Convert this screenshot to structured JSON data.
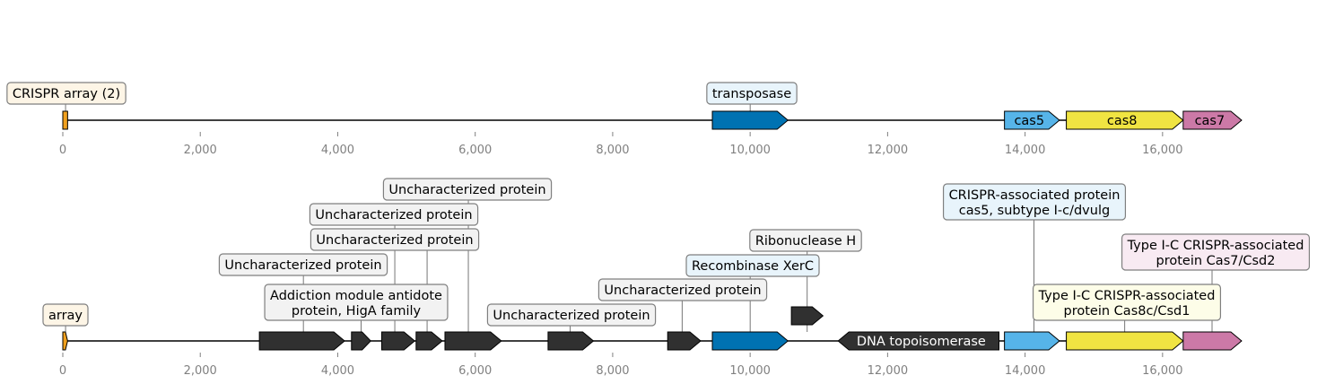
{
  "colors": {
    "array": "#f0a01e",
    "transposase": "#0072b2",
    "cas5": "#56b4e9",
    "cas8": "#f0e442",
    "cas7": "#cc79a7",
    "other": "#303030",
    "axis_tick": "#808080",
    "box_array": "#fdf5e6",
    "box_transposase": "#e8f4fb",
    "box_other": "#f2f2f2",
    "box_cas5": "#e8f4fb",
    "box_cas8": "#fdfde8",
    "box_cas7": "#f8eaf2",
    "box_border": "#7f7f7f"
  },
  "tracks": [
    {
      "id": "track1",
      "ticks": [
        "0",
        "2,000",
        "4,000",
        "6,000",
        "8,000",
        "10,000",
        "12,000",
        "14,000",
        "16,000"
      ],
      "features": [
        {
          "id": "t1-array",
          "start": 0,
          "end": 70,
          "strand": 0,
          "color": "array",
          "label": ""
        },
        {
          "id": "t1-transposase",
          "start": 9450,
          "end": 10550,
          "strand": 1,
          "color": "transposase",
          "label": ""
        },
        {
          "id": "t1-cas5",
          "start": 13700,
          "end": 14500,
          "strand": 1,
          "color": "cas5",
          "label": "cas5"
        },
        {
          "id": "t1-cas8",
          "start": 14600,
          "end": 16300,
          "strand": 1,
          "color": "cas8",
          "label": "cas8"
        },
        {
          "id": "t1-cas7",
          "start": 16300,
          "end": 17150,
          "strand": 1,
          "color": "cas7",
          "label": "cas7"
        }
      ],
      "annotations": [
        {
          "id": "t1-ann-array",
          "lines": [
            "CRISPR array (2)"
          ],
          "pos": 40,
          "fill": "box_array"
        },
        {
          "id": "t1-ann-transposase",
          "lines": [
            "transposase"
          ],
          "pos": 10000,
          "fill": "box_transposase"
        }
      ]
    },
    {
      "id": "track2",
      "ticks": [
        "0",
        "2,000",
        "4,000",
        "6,000",
        "8,000",
        "10,000",
        "12,000",
        "14,000",
        "16,000"
      ],
      "features": [
        {
          "id": "t2-array",
          "start": 0,
          "end": 70,
          "strand": 1,
          "color": "array",
          "label": ""
        },
        {
          "id": "t2-g1",
          "start": 2860,
          "end": 4100,
          "strand": 1,
          "color": "other",
          "label": ""
        },
        {
          "id": "t2-g2",
          "start": 4200,
          "end": 4480,
          "strand": 1,
          "color": "other",
          "label": ""
        },
        {
          "id": "t2-g3",
          "start": 4640,
          "end": 5120,
          "strand": 1,
          "color": "other",
          "label": ""
        },
        {
          "id": "t2-g4",
          "start": 5140,
          "end": 5520,
          "strand": 1,
          "color": "other",
          "label": ""
        },
        {
          "id": "t2-g5",
          "start": 5560,
          "end": 6380,
          "strand": 1,
          "color": "other",
          "label": ""
        },
        {
          "id": "t2-g6",
          "start": 7060,
          "end": 7720,
          "strand": 1,
          "color": "other",
          "label": ""
        },
        {
          "id": "t2-g7",
          "start": 8800,
          "end": 9280,
          "strand": 1,
          "color": "other",
          "label": ""
        },
        {
          "id": "t2-recombinase",
          "start": 9450,
          "end": 10550,
          "strand": 1,
          "color": "transposase",
          "label": ""
        },
        {
          "id": "t2-rnaseh",
          "start": 10600,
          "end": 11060,
          "strand": 1,
          "color": "other",
          "label": ""
        },
        {
          "id": "t2-topo",
          "start": 11280,
          "end": 13620,
          "strand": -1,
          "color": "other",
          "label": "DNA topoisomerase"
        },
        {
          "id": "t2-cas5",
          "start": 13700,
          "end": 14500,
          "strand": 1,
          "color": "cas5",
          "label": ""
        },
        {
          "id": "t2-cas8",
          "start": 14600,
          "end": 16300,
          "strand": 1,
          "color": "cas8",
          "label": ""
        },
        {
          "id": "t2-cas7",
          "start": 16300,
          "end": 17150,
          "strand": 1,
          "color": "cas7",
          "label": ""
        }
      ],
      "annotations": [
        {
          "id": "t2-ann-array",
          "lines": [
            "array"
          ],
          "pos": 40,
          "fill": "box_array"
        },
        {
          "id": "t2-ann-g1",
          "lines": [
            "Uncharacterized protein"
          ],
          "pos": 3500,
          "fill": "box_other"
        },
        {
          "id": "t2-ann-g2",
          "lines": [
            "Addiction module antidote",
            "protein, HigA family"
          ],
          "pos": 4340,
          "fill": "box_other"
        },
        {
          "id": "t2-ann-g3",
          "lines": [
            "Uncharacterized protein"
          ],
          "pos": 4830,
          "fill": "box_other"
        },
        {
          "id": "t2-ann-g4",
          "lines": [
            "Uncharacterized protein"
          ],
          "pos": 5300,
          "fill": "box_other"
        },
        {
          "id": "t2-ann-g5",
          "lines": [
            "Uncharacterized protein"
          ],
          "pos": 5900,
          "fill": "box_other"
        },
        {
          "id": "t2-ann-g6",
          "lines": [
            "Uncharacterized protein"
          ],
          "pos": 7380,
          "fill": "box_other"
        },
        {
          "id": "t2-ann-g7",
          "lines": [
            "Uncharacterized protein"
          ],
          "pos": 9010,
          "fill": "box_other"
        },
        {
          "id": "t2-ann-recombinase",
          "lines": [
            "Recombinase XerC"
          ],
          "pos": 10000,
          "fill": "box_transposase"
        },
        {
          "id": "t2-ann-rnaseh",
          "lines": [
            "Ribonuclease H"
          ],
          "pos": 10830,
          "fill": "box_other"
        },
        {
          "id": "t2-ann-cas5",
          "lines": [
            "CRISPR-associated protein",
            "cas5, subtype I-c/dvulg"
          ],
          "pos": 14130,
          "fill": "box_cas5"
        },
        {
          "id": "t2-ann-cas8",
          "lines": [
            "Type I-C CRISPR-associated",
            "protein Cas8c/Csd1"
          ],
          "pos": 15450,
          "fill": "box_cas8"
        },
        {
          "id": "t2-ann-cas7",
          "lines": [
            "Type I-C CRISPR-associated",
            "protein Cas7/Csd2"
          ],
          "pos": 16720,
          "fill": "box_cas7"
        }
      ]
    }
  ]
}
